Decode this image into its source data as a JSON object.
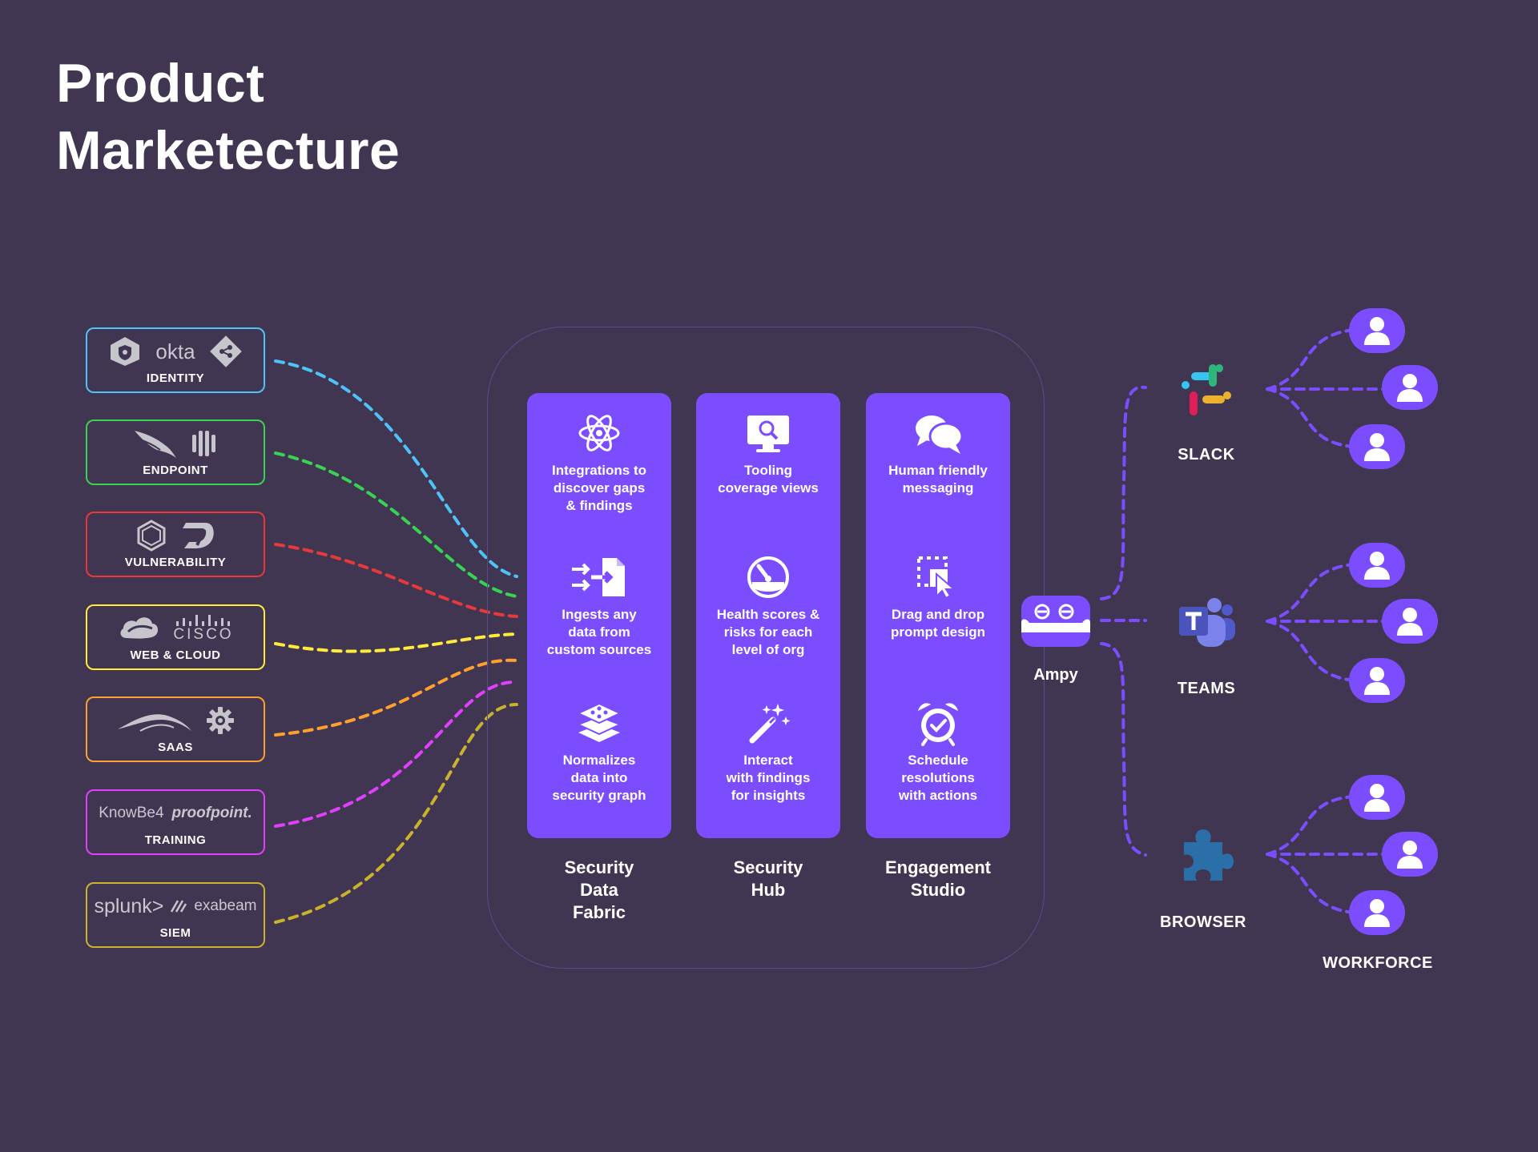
{
  "title": {
    "line1": "Product",
    "line2": "Marketecture"
  },
  "sources": [
    {
      "label": "IDENTITY",
      "color": "#4fc3f7",
      "logos": [
        "shield-hex-icon",
        "okta",
        "git-diamond-icon"
      ],
      "logo_text": "okta"
    },
    {
      "label": "ENDPOINT",
      "color": "#39d353",
      "logos": [
        "falcon-bird-icon",
        "bars-icon"
      ]
    },
    {
      "label": "VULNERABILITY",
      "color": "#e5393b",
      "logos": [
        "hexagon-ring-icon",
        "d7-icon"
      ]
    },
    {
      "label": "WEB & CLOUD",
      "color": "#ffeb3b",
      "logos": [
        "cloud-icon",
        "cisco"
      ],
      "logo_text": "CISCO"
    },
    {
      "label": "SAAS",
      "color": "#ff9f2e",
      "logos": [
        "swoosh-icon",
        "gear-icon"
      ]
    },
    {
      "label": "TRAINING",
      "color": "#e040fb",
      "logos": [
        "knowbe4",
        "proofpoint"
      ],
      "logo_text": "KnowBe4",
      "logo_text2": "proofpoint."
    },
    {
      "label": "SIEM",
      "color": "#c9b22c",
      "logos": [
        "splunk",
        "exabeam"
      ],
      "logo_text": "splunk>",
      "logo_text2": "exabeam"
    }
  ],
  "columns": [
    {
      "name": "Security\nData\nFabric",
      "features": [
        {
          "icon": "atom-icon",
          "text": "Integrations to\ndiscover gaps\n& findings"
        },
        {
          "icon": "ingest-file-icon",
          "text": "Ingests any\ndata from\ncustom sources"
        },
        {
          "icon": "layers-icon",
          "text": "Normalizes\ndata into\nsecurity graph"
        }
      ]
    },
    {
      "name": "Security\nHub",
      "features": [
        {
          "icon": "monitor-search-icon",
          "text": "Tooling\ncoverage views"
        },
        {
          "icon": "gauge-icon",
          "text": "Health scores &\nrisks for each\nlevel of org"
        },
        {
          "icon": "magic-wand-icon",
          "text": "Interact\nwith findings\nfor insights"
        }
      ]
    },
    {
      "name": "Engagement\nStudio",
      "features": [
        {
          "icon": "chat-bubbles-icon",
          "text": "Human friendly\nmessaging"
        },
        {
          "icon": "drag-drop-icon",
          "text": "Drag and drop\nprompt design"
        },
        {
          "icon": "alarm-check-icon",
          "text": "Schedule\nresolutions\nwith actions"
        }
      ]
    }
  ],
  "ampy": {
    "label": "Ampy"
  },
  "channels": [
    {
      "label": "SLACK",
      "icon": "slack-icon"
    },
    {
      "label": "TEAMS",
      "icon": "teams-icon"
    },
    {
      "label": "BROWSER",
      "icon": "puzzle-icon"
    }
  ],
  "workforce": {
    "label": "WORKFORCE",
    "icon": "user-icon"
  },
  "colors": {
    "background": "#413651",
    "accent": "#7c4dff",
    "link": "#7c4dff"
  }
}
